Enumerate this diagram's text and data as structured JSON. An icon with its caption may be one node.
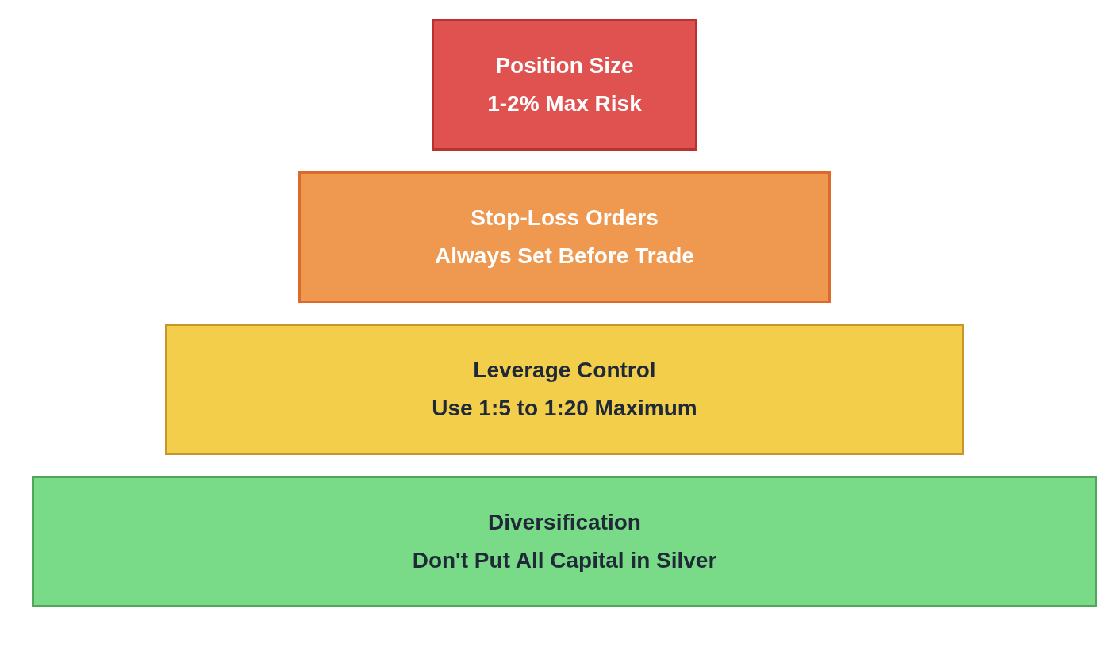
{
  "diagram": {
    "nodes": [
      {
        "text": [
          "Position Size",
          "1-2% Max Risk"
        ]
      },
      {
        "text": [
          "Stop-Loss Orders",
          "Always Set Before Trade"
        ]
      },
      {
        "text": [
          "Leverage Control",
          "Use 1:5 to 1:20 Maximum"
        ]
      },
      {
        "text": [
          "Diversification",
          "Don't Put All Capital in Silver"
        ]
      }
    ]
  }
}
